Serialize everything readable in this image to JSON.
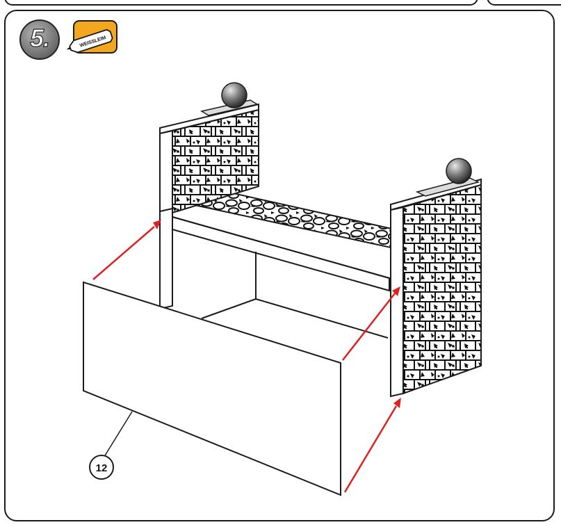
{
  "step": {
    "number": "5."
  },
  "glue": {
    "label": "WEISSLEIM"
  },
  "parts": [
    {
      "number": "12"
    }
  ],
  "colors": {
    "arrow": "#e02020",
    "glue_bg": "#f3a71f",
    "badge_gray": "#7d7d7d",
    "line": "#1a1a1a"
  },
  "icons": [
    "step-number-badge",
    "glue-bottle-icon",
    "assembly-arrow"
  ]
}
